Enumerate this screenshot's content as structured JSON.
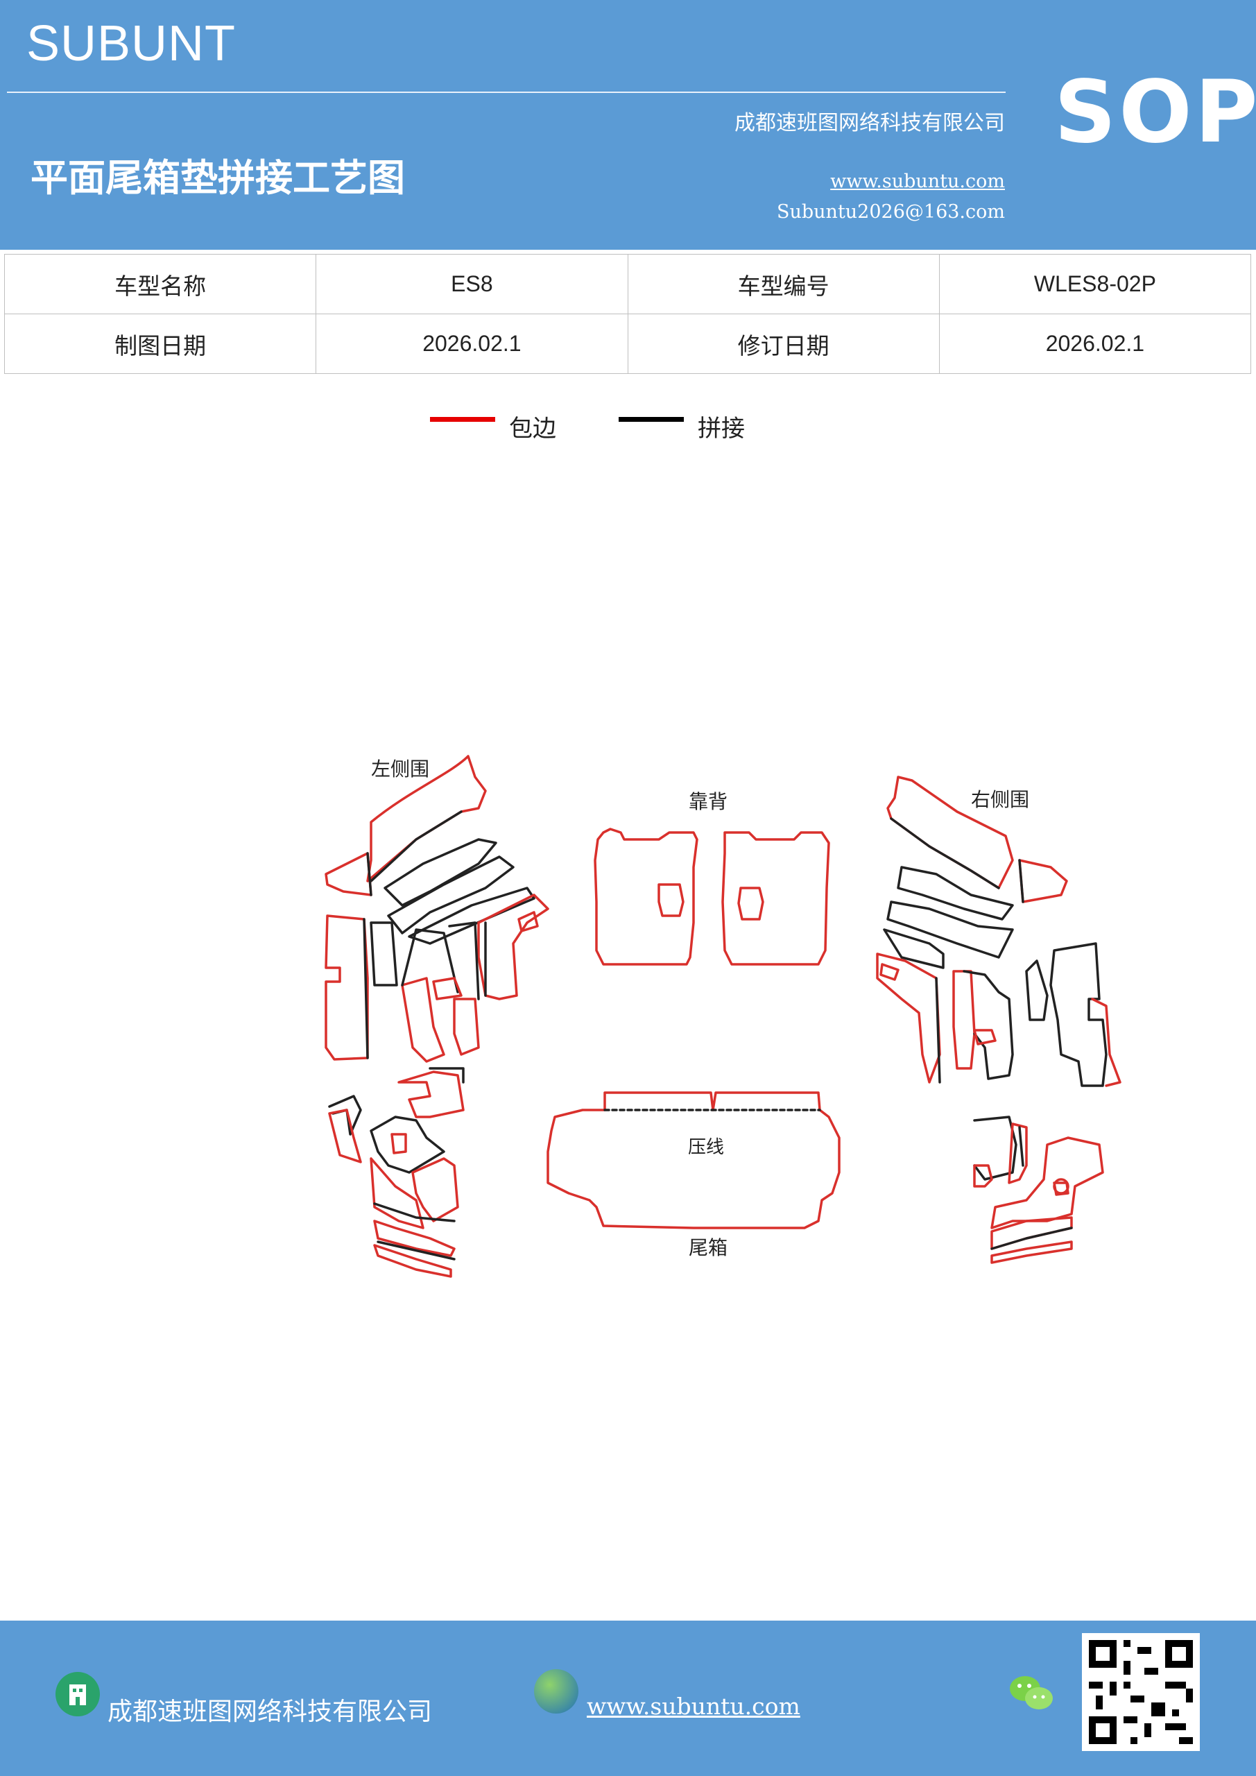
{
  "header": {
    "brand": "SUBUNT",
    "company": "成都速班图网络科技有限公司",
    "title": "平面尾箱垫拼接工艺图",
    "website": "www.subuntu.com",
    "email": "Subuntu2026@163.com",
    "badge": "SOP",
    "background_color": "#5b9bd5"
  },
  "info_table": {
    "rows": [
      {
        "label1": "车型名称",
        "value1": "ES8",
        "label2": "车型编号",
        "value2": "WLES8-02P"
      },
      {
        "label1": "制图日期",
        "value1": "2026.02.1",
        "label2": "修订日期",
        "value2": "2026.02.1"
      }
    ]
  },
  "legend": {
    "items": [
      {
        "label": "包边",
        "color": "#e60000"
      },
      {
        "label": "拼接",
        "color": "#000000"
      }
    ]
  },
  "diagram": {
    "labels": {
      "left_side": "左侧围",
      "backrest": "靠背",
      "right_side": "右侧围",
      "crease": "压线",
      "trunk": "尾箱"
    },
    "edge_color": "#d9302c",
    "seam_color": "#222222"
  },
  "footer": {
    "company": "成都速班图网络科技有限公司",
    "website": "www.subuntu.com",
    "icons": [
      "building-icon",
      "globe-icon",
      "wechat-icon",
      "qr-code"
    ]
  }
}
